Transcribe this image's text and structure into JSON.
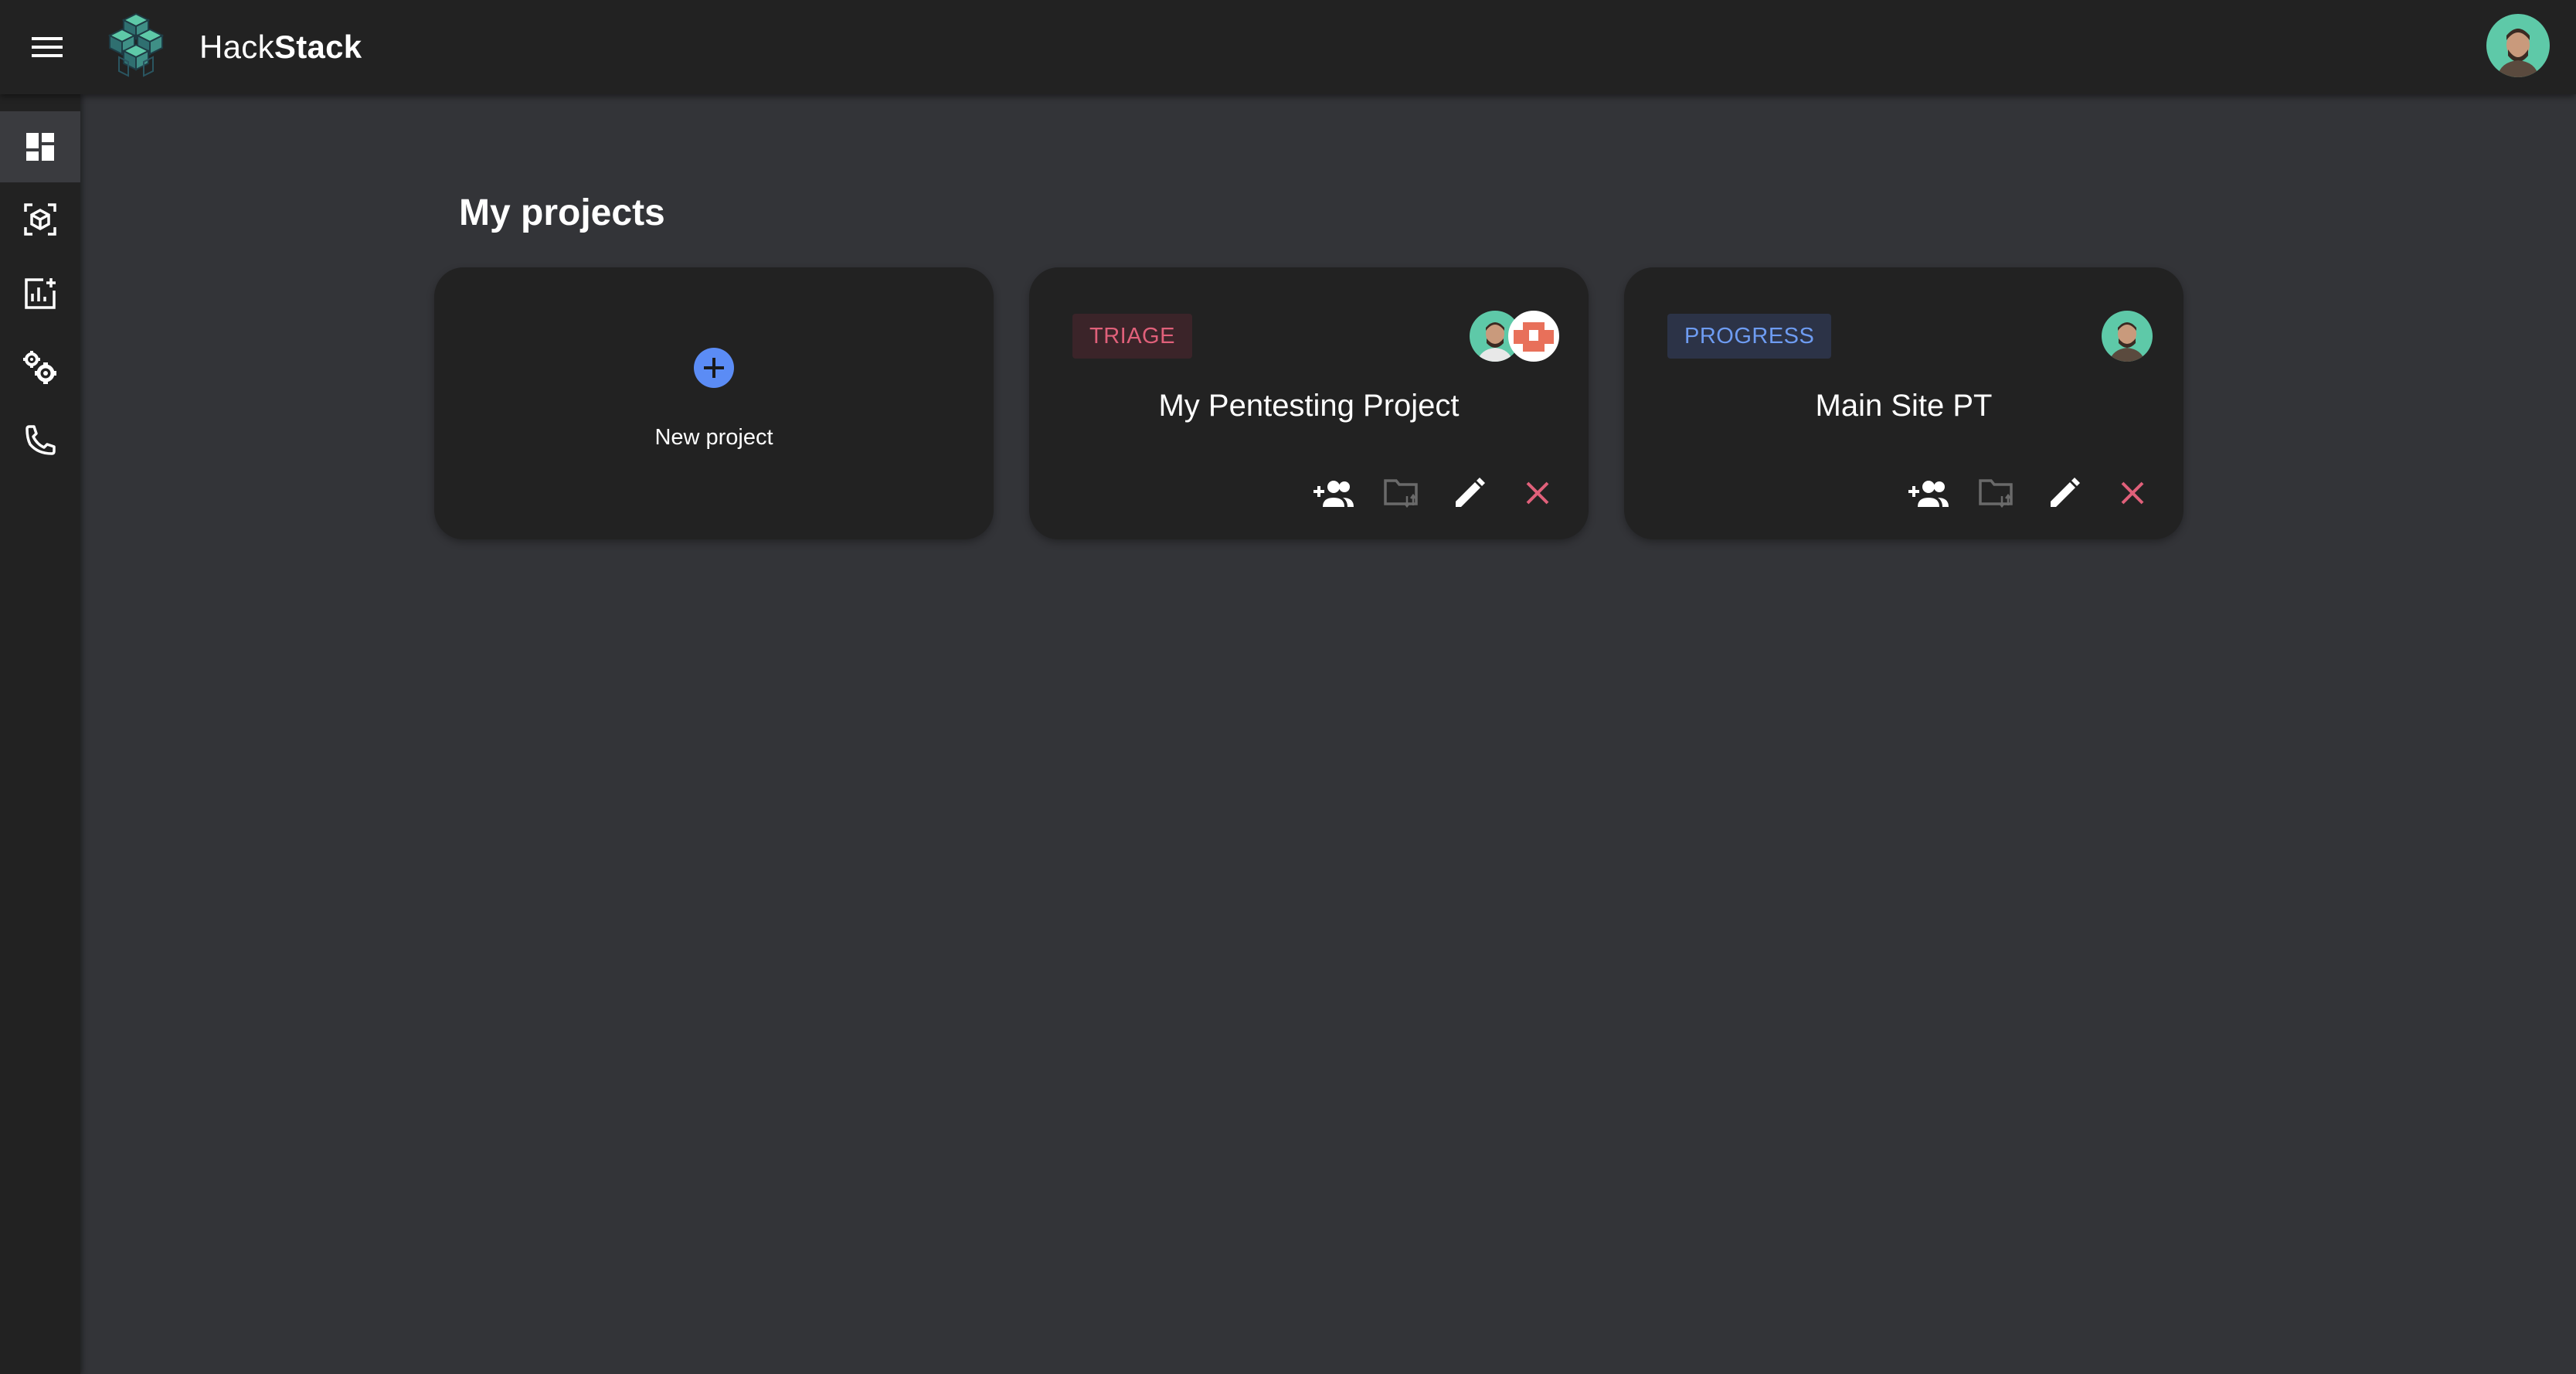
{
  "app": {
    "title_light": "Hack",
    "title_bold": "Stack",
    "menu_icon": "menu-icon",
    "logo_icon": "hackstack-cubes-logo"
  },
  "user": {
    "avatar_icon": "user-avatar"
  },
  "sidebar": {
    "items": [
      {
        "name": "dashboard",
        "icon": "dashboard-icon",
        "active": true
      },
      {
        "name": "assets",
        "icon": "cube-scan-icon",
        "active": false
      },
      {
        "name": "reports",
        "icon": "add-chart-icon",
        "active": false
      },
      {
        "name": "settings",
        "icon": "gears-icon",
        "active": false
      },
      {
        "name": "contact",
        "icon": "phone-icon",
        "active": false
      }
    ]
  },
  "main": {
    "title": "My projects",
    "new_project_label": "New project",
    "projects": [
      {
        "name": "My Pentesting Project",
        "status": "TRIAGE",
        "status_color": "#e0607a",
        "members": 2
      },
      {
        "name": "Main Site PT",
        "status": "PROGRESS",
        "status_color": "#6e9cf2",
        "members": 1
      }
    ]
  },
  "colors": {
    "background": "#333438",
    "surface": "#222222",
    "accent_blue": "#5b8cf5",
    "danger": "#e0607a",
    "brand_teal": "#5ec9a8"
  }
}
